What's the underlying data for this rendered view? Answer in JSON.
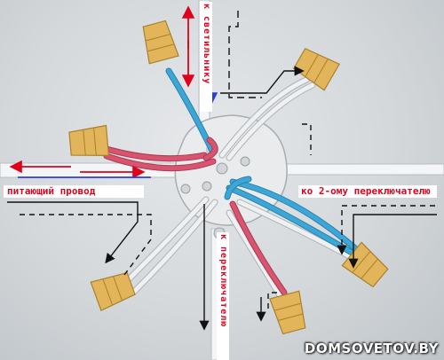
{
  "labels": {
    "to_light": "к светильнику",
    "supply": "питающий провод",
    "to_switch2": "ко 2-ому переключателю",
    "to_switch1": "к переключателю"
  },
  "watermark": "DOMSOVETOV.BY",
  "colors": {
    "label_text": "#e0001b",
    "blue_wire": "#3aa7d8",
    "red_wire": "#d9546e",
    "white_wire": "#eef0f1",
    "connector": "#e2b55a"
  },
  "icons": [
    "wire-connector-icon",
    "junction-box-icon",
    "arrow-icon"
  ]
}
